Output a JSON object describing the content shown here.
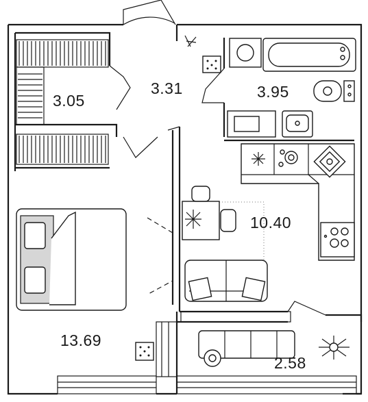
{
  "rooms": [
    {
      "id": "wardrobe",
      "area": "3.05"
    },
    {
      "id": "hallway",
      "area": "3.31"
    },
    {
      "id": "bathroom",
      "area": "3.95"
    },
    {
      "id": "kitchen-living",
      "area": "10.40"
    },
    {
      "id": "bedroom",
      "area": "13.69"
    },
    {
      "id": "loggia",
      "area": "2.58"
    }
  ]
}
